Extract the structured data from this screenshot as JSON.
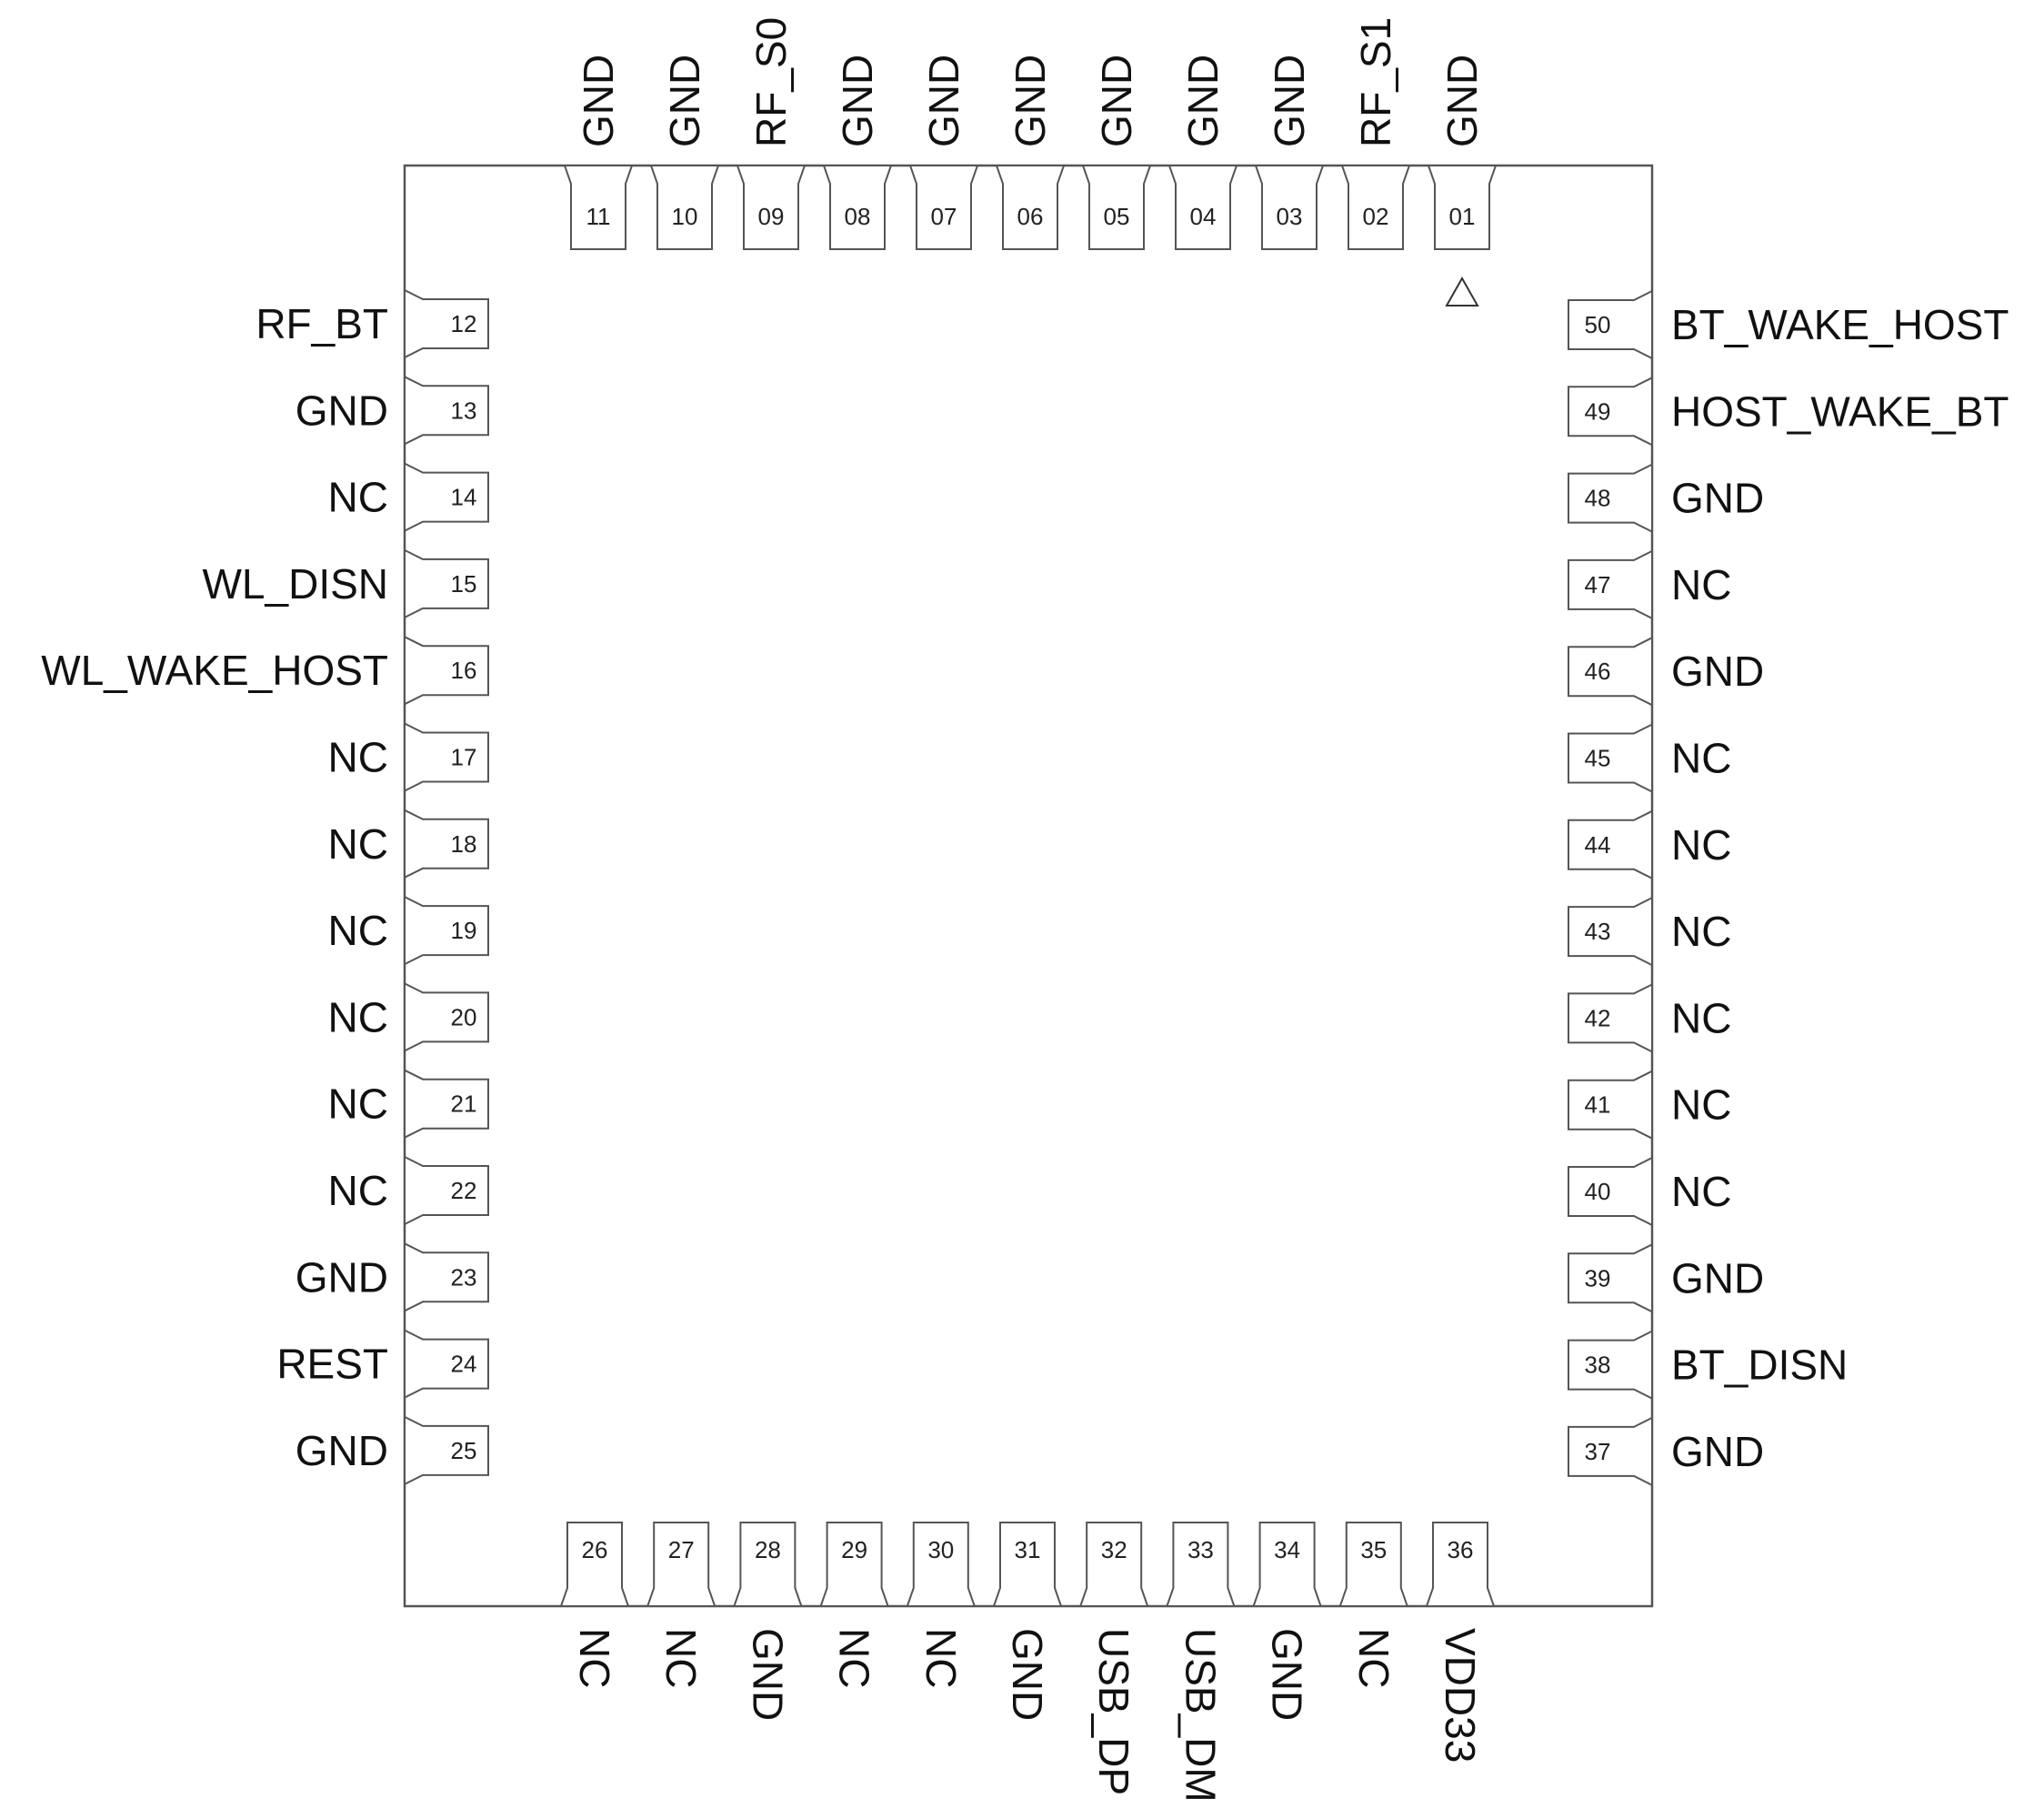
{
  "pins": {
    "top": [
      {
        "num": "11",
        "label": "GND"
      },
      {
        "num": "10",
        "label": "GND"
      },
      {
        "num": "09",
        "label": "RF_S0"
      },
      {
        "num": "08",
        "label": "GND"
      },
      {
        "num": "07",
        "label": "GND"
      },
      {
        "num": "06",
        "label": "GND"
      },
      {
        "num": "05",
        "label": "GND"
      },
      {
        "num": "04",
        "label": "GND"
      },
      {
        "num": "03",
        "label": "GND"
      },
      {
        "num": "02",
        "label": "RF_S1"
      },
      {
        "num": "01",
        "label": "GND"
      }
    ],
    "left": [
      {
        "num": "12",
        "label": "RF_BT"
      },
      {
        "num": "13",
        "label": "GND"
      },
      {
        "num": "14",
        "label": "NC"
      },
      {
        "num": "15",
        "label": "WL_DISN"
      },
      {
        "num": "16",
        "label": "WL_WAKE_HOST"
      },
      {
        "num": "17",
        "label": "NC"
      },
      {
        "num": "18",
        "label": "NC"
      },
      {
        "num": "19",
        "label": "NC"
      },
      {
        "num": "20",
        "label": "NC"
      },
      {
        "num": "21",
        "label": "NC"
      },
      {
        "num": "22",
        "label": "NC"
      },
      {
        "num": "23",
        "label": "GND"
      },
      {
        "num": "24",
        "label": "REST"
      },
      {
        "num": "25",
        "label": "GND"
      }
    ],
    "bottom": [
      {
        "num": "26",
        "label": "NC"
      },
      {
        "num": "27",
        "label": "NC"
      },
      {
        "num": "28",
        "label": "GND"
      },
      {
        "num": "29",
        "label": "NC"
      },
      {
        "num": "30",
        "label": "NC"
      },
      {
        "num": "31",
        "label": "GND"
      },
      {
        "num": "32",
        "label": "USB_DP"
      },
      {
        "num": "33",
        "label": "USB_DM"
      },
      {
        "num": "34",
        "label": "GND"
      },
      {
        "num": "35",
        "label": "NC"
      },
      {
        "num": "36",
        "label": "VDD33"
      }
    ],
    "right": [
      {
        "num": "50",
        "label": "BT_WAKE_HOST"
      },
      {
        "num": "49",
        "label": "HOST_WAKE_BT"
      },
      {
        "num": "48",
        "label": "GND"
      },
      {
        "num": "47",
        "label": "NC"
      },
      {
        "num": "46",
        "label": "GND"
      },
      {
        "num": "45",
        "label": "NC"
      },
      {
        "num": "44",
        "label": "NC"
      },
      {
        "num": "43",
        "label": "NC"
      },
      {
        "num": "42",
        "label": "NC"
      },
      {
        "num": "41",
        "label": "NC"
      },
      {
        "num": "40",
        "label": "NC"
      },
      {
        "num": "39",
        "label": "GND"
      },
      {
        "num": "38",
        "label": "BT_DISN"
      },
      {
        "num": "37",
        "label": "GND"
      }
    ]
  },
  "pin1_marker_icon": "triangle-outline",
  "colors": {
    "outline": "#555555",
    "text": "#111111",
    "background": "#ffffff"
  }
}
